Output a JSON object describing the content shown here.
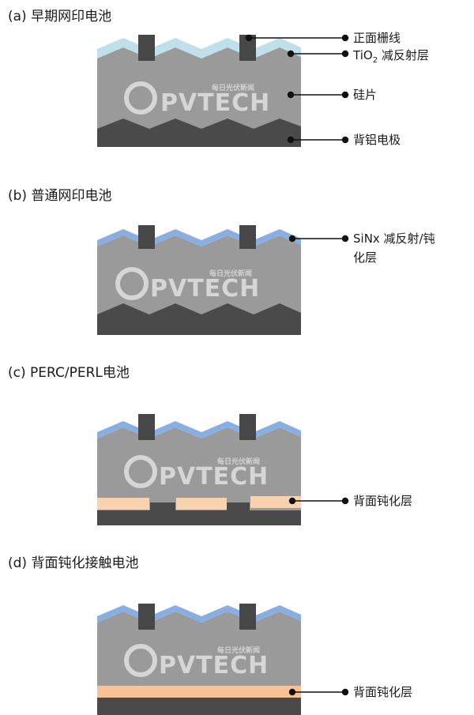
{
  "panels": [
    {
      "title": "(a) 早期网印电池",
      "labels": {
        "finger": "正面栅线",
        "arc_main": "TiO",
        "arc_sub": "2",
        "arc_rest": " 减反射层",
        "wafer": "硅片",
        "electrode": "背铝电极"
      }
    },
    {
      "title": "(b) 普通网印电池",
      "labels": {
        "arc_line1": "SiNx 减反射/钝",
        "arc_line2": "化层"
      }
    },
    {
      "title": "(c) PERC/PERL电池",
      "labels": {
        "passivation": "背面钝化层"
      }
    },
    {
      "title": "(d) 背面钝化接触电池",
      "labels": {
        "passivation": "背面钝化层"
      }
    }
  ],
  "watermark": {
    "brand": "PVTECH",
    "tagline": "每日光伏新闻"
  },
  "colors": {
    "silicon": "#9a9a9a",
    "electrode": "#4a4a4a",
    "finger": "#474747",
    "tio2": "#bfe0ea",
    "sinx": "#88aee2",
    "passivation_c": "#f9d2b2",
    "passivation_d": "#f7c297"
  }
}
